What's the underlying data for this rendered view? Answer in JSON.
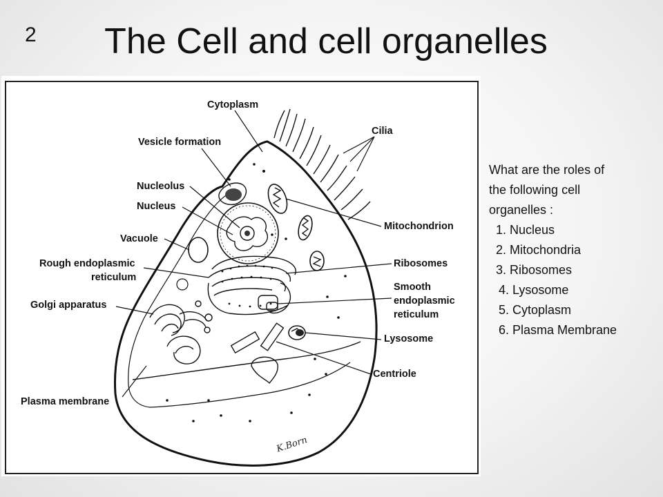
{
  "slide": {
    "number": "2",
    "title": "The Cell and cell organelles"
  },
  "diagram": {
    "labels": {
      "cytoplasm": "Cytoplasm",
      "cilia": "Cilia",
      "vesicle_formation": "Vesicle formation",
      "nucleolus": "Nucleolus",
      "nucleus": "Nucleus",
      "mitochondrion": "Mitochondrion",
      "vacuole": "Vacuole",
      "rough_er_line1": "Rough endoplasmic",
      "rough_er_line2": "reticulum",
      "ribosomes": "Ribosomes",
      "smooth_er_line1": "Smooth",
      "smooth_er_line2": "endoplasmic",
      "smooth_er_line3": "reticulum",
      "golgi": "Golgi apparatus",
      "lysosome": "Lysosome",
      "centriole": "Centriole",
      "plasma_membrane": "Plasma membrane"
    },
    "signature": "K.Born"
  },
  "questions": {
    "intro_line1": "What are the roles of",
    "intro_line2": "the following cell",
    "intro_line3": "organelles :",
    "items": [
      "1. Nucleus",
      "2. Mitochondria",
      "3. Ribosomes",
      "4. Lysosome",
      "5. Cytoplasm",
      "6. Plasma Membrane"
    ]
  }
}
